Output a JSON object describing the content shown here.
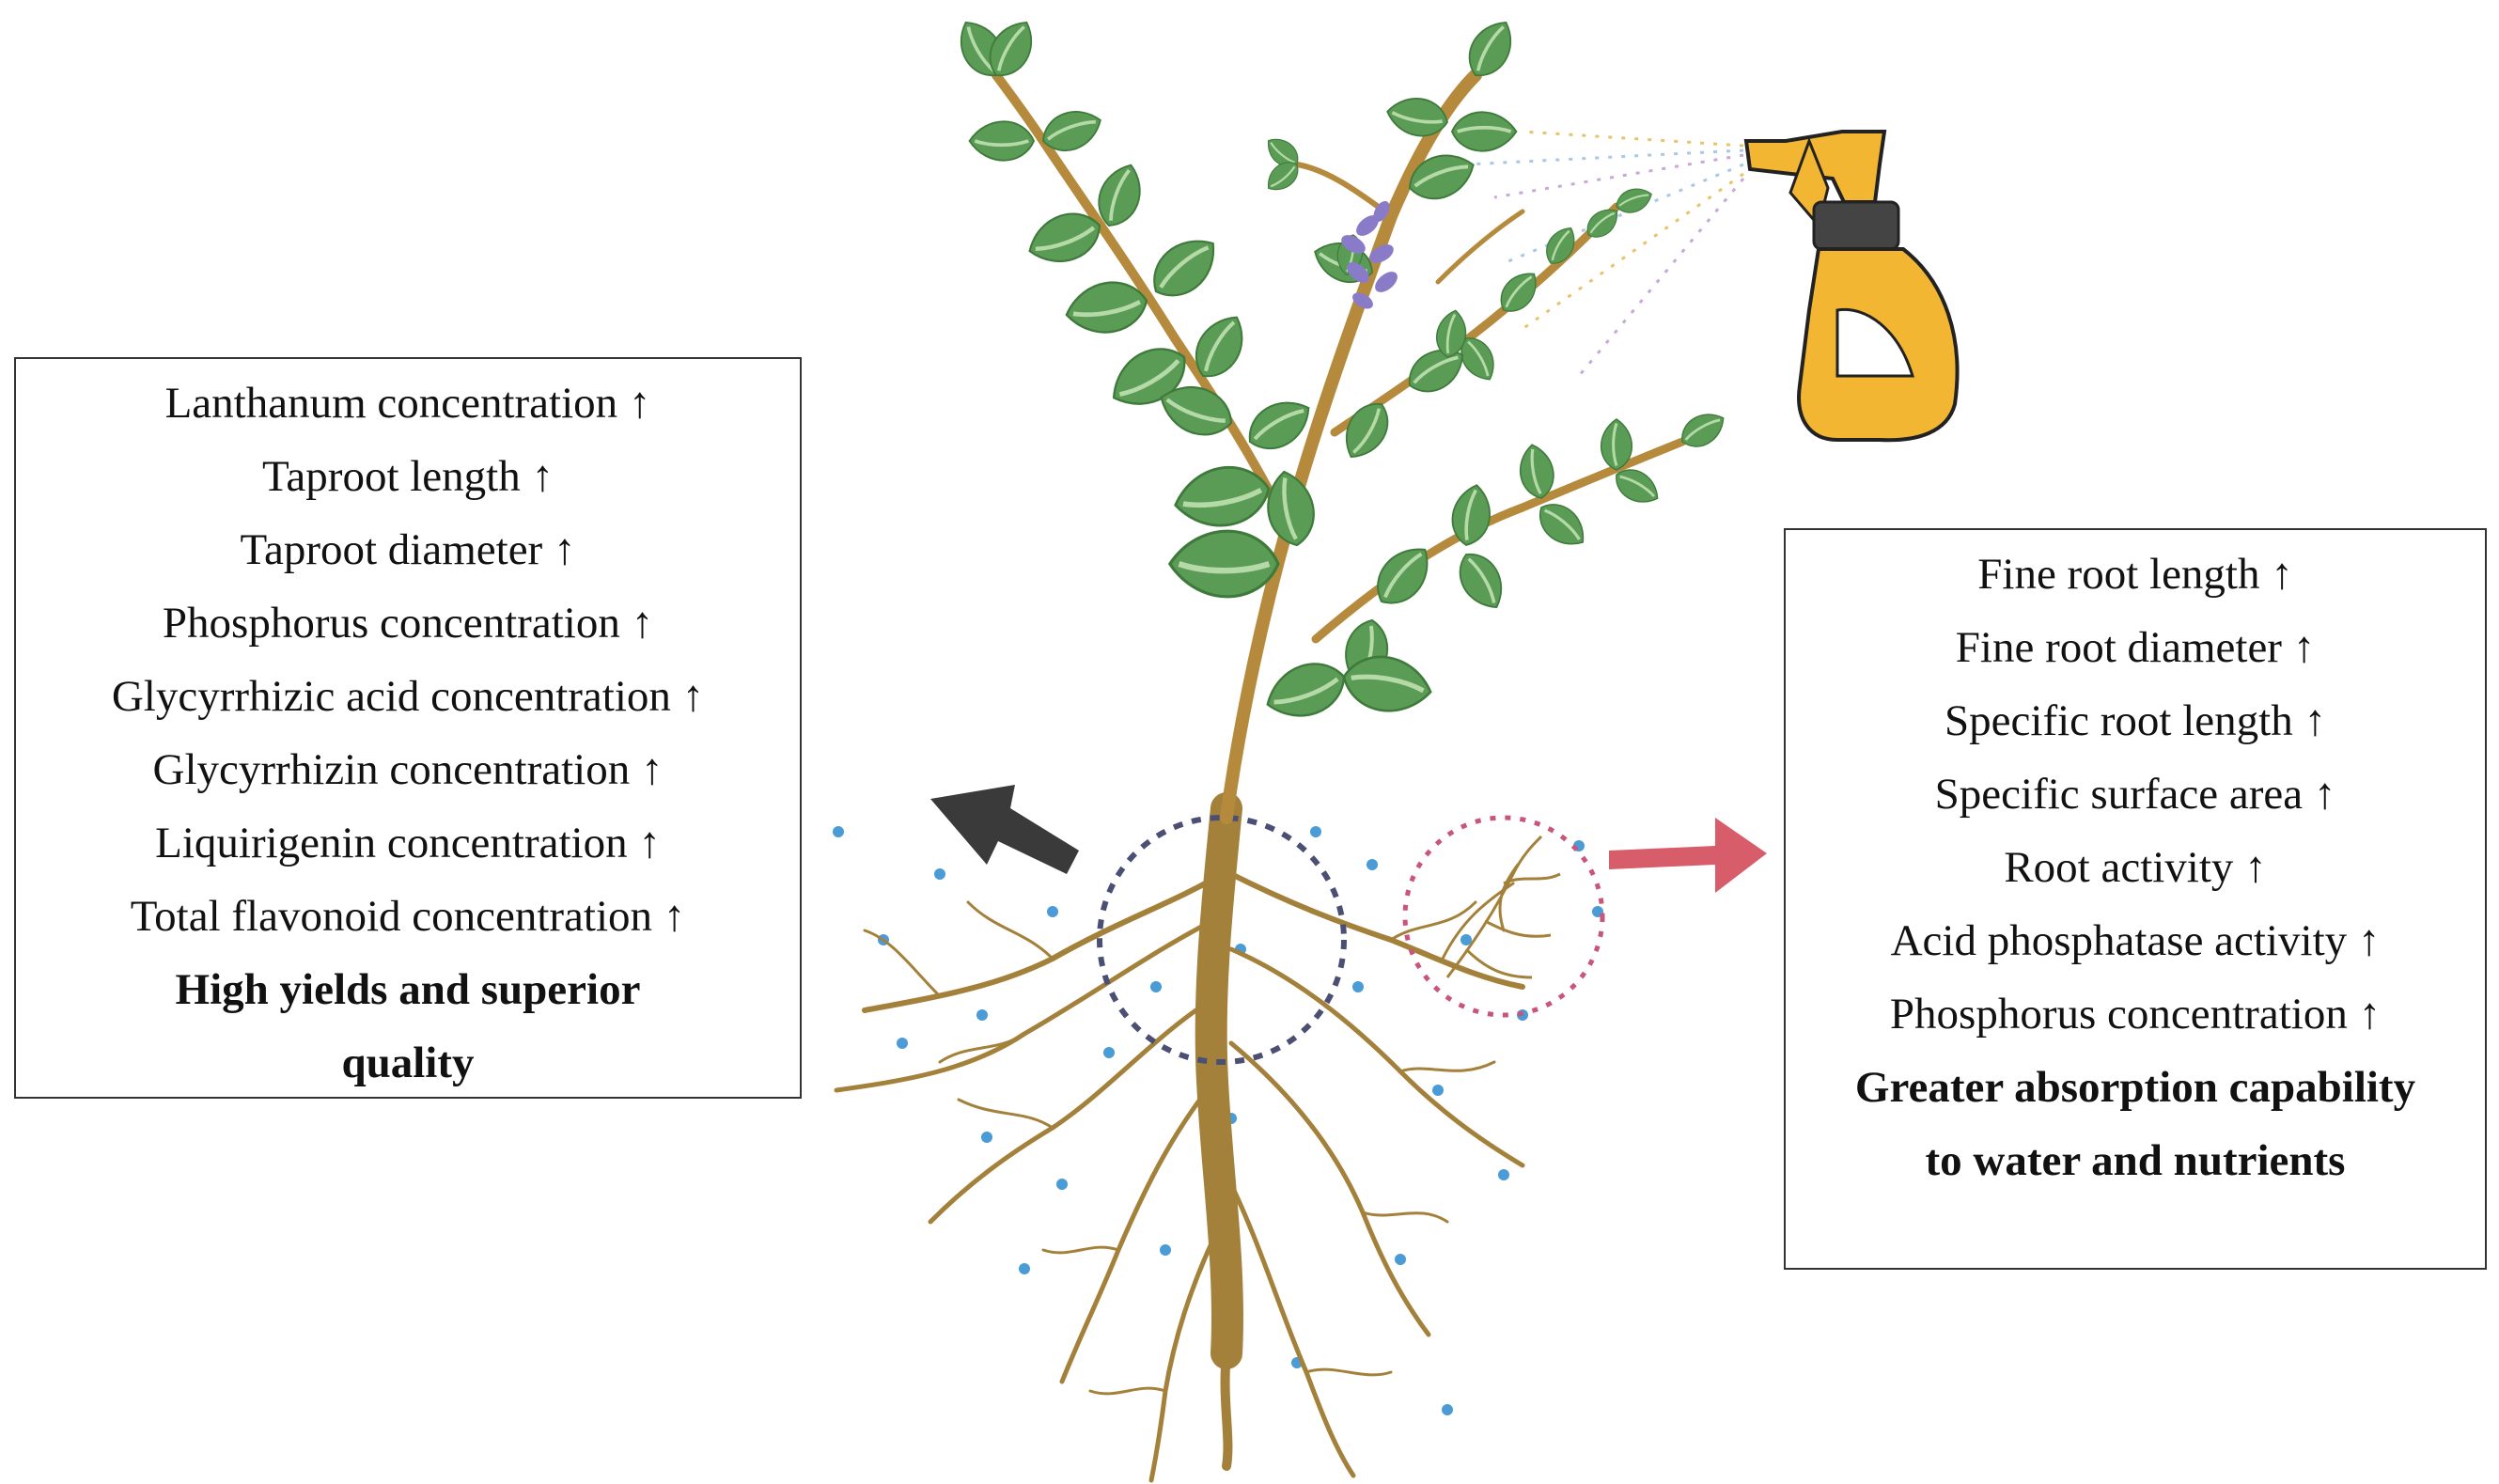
{
  "left_panel": {
    "items": [
      "Lanthanum concentration ↑",
      "Taproot length ↑",
      "Taproot diameter ↑",
      "Phosphorus concentration ↑",
      "Glycyrrhizic acid concentration ↑",
      "Glycyrrhizin concentration ↑",
      "Liquirigenin concentration ↑",
      "Total flavonoid concentration ↑"
    ],
    "conclusion": "High yields and superior quality"
  },
  "right_panel": {
    "items": [
      "Fine root length ↑",
      "Fine root diameter ↑",
      "Specific root length ↑",
      "Specific surface area ↑",
      "Root activity ↑",
      "Acid phosphatase activity ↑",
      "Phosphorus concentration ↑"
    ],
    "conclusion": "Greater absorption capability to water and nutrients"
  },
  "colors": {
    "leaf": "#5a9c55",
    "leaf_light": "#b6d9a8",
    "stem": "#b58a3c",
    "root": "#a4813a",
    "water_dot": "#4a9bd6",
    "taproot_circle": "#4a4f73",
    "fine_root_circle": "#c9567a",
    "left_arrow": "#3a3a3a",
    "right_arrow": "#d85d6a",
    "sprayer": "#f2b632",
    "sprayer_band": "#444444",
    "flower": "#8a7bc9"
  },
  "icons": [
    "plant-illustration",
    "spray-bottle-icon",
    "left-arrow-icon",
    "right-arrow-icon"
  ]
}
